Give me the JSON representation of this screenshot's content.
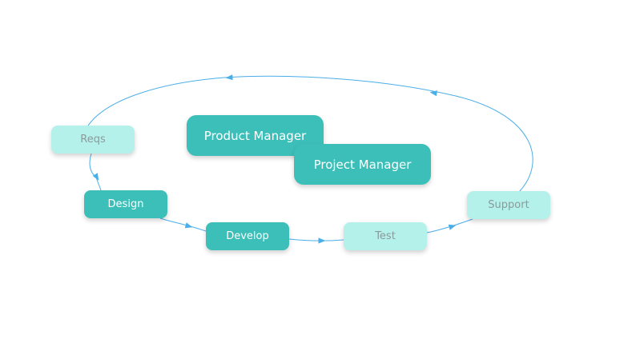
{
  "colors": {
    "node_dark": "#3cbfb8",
    "node_light": "#b5f1eb",
    "text_dark_node": "#ffffff",
    "text_light_node": "#8a9a9a",
    "connector": "#4aaee8"
  },
  "nodes": {
    "reqs": "Reqs",
    "design": "Design",
    "develop": "Develop",
    "test": "Test",
    "support": "Support",
    "product_manager": "Product Manager",
    "project_manager": "Project Manager"
  }
}
